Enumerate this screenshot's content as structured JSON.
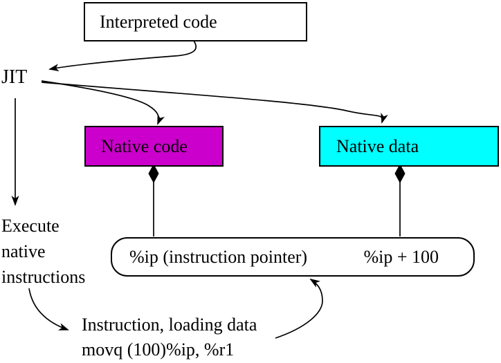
{
  "diagram": {
    "title_hint": "JIT compilation flow diagram",
    "labels": {
      "interpreted_code": "Interpreted code",
      "jit": "JIT",
      "native_code": "Native code",
      "native_data": "Native data",
      "execute_line1": "Execute",
      "execute_line2": "native",
      "execute_line3": "instructions",
      "ip_pointer": "%ip (instruction pointer)",
      "ip_offset": "%ip + 100",
      "instruction_line1": "Instruction, loading data",
      "instruction_line2": "movq (100)%ip, %r1"
    },
    "colors": {
      "native_code_bg": "#cc00cc",
      "native_data_bg": "#00ffff",
      "box_border": "#000000",
      "arrow": "#000000",
      "background": "#ffffff"
    },
    "icons": [
      "arrow-interpreted-to-jit",
      "arrow-jit-to-native-code",
      "arrow-jit-to-native-data",
      "arrow-jit-to-execute",
      "diamond-connector-native-code",
      "diamond-connector-native-data",
      "arrow-execute-to-instruction",
      "arrow-instruction-to-ip-box"
    ]
  }
}
